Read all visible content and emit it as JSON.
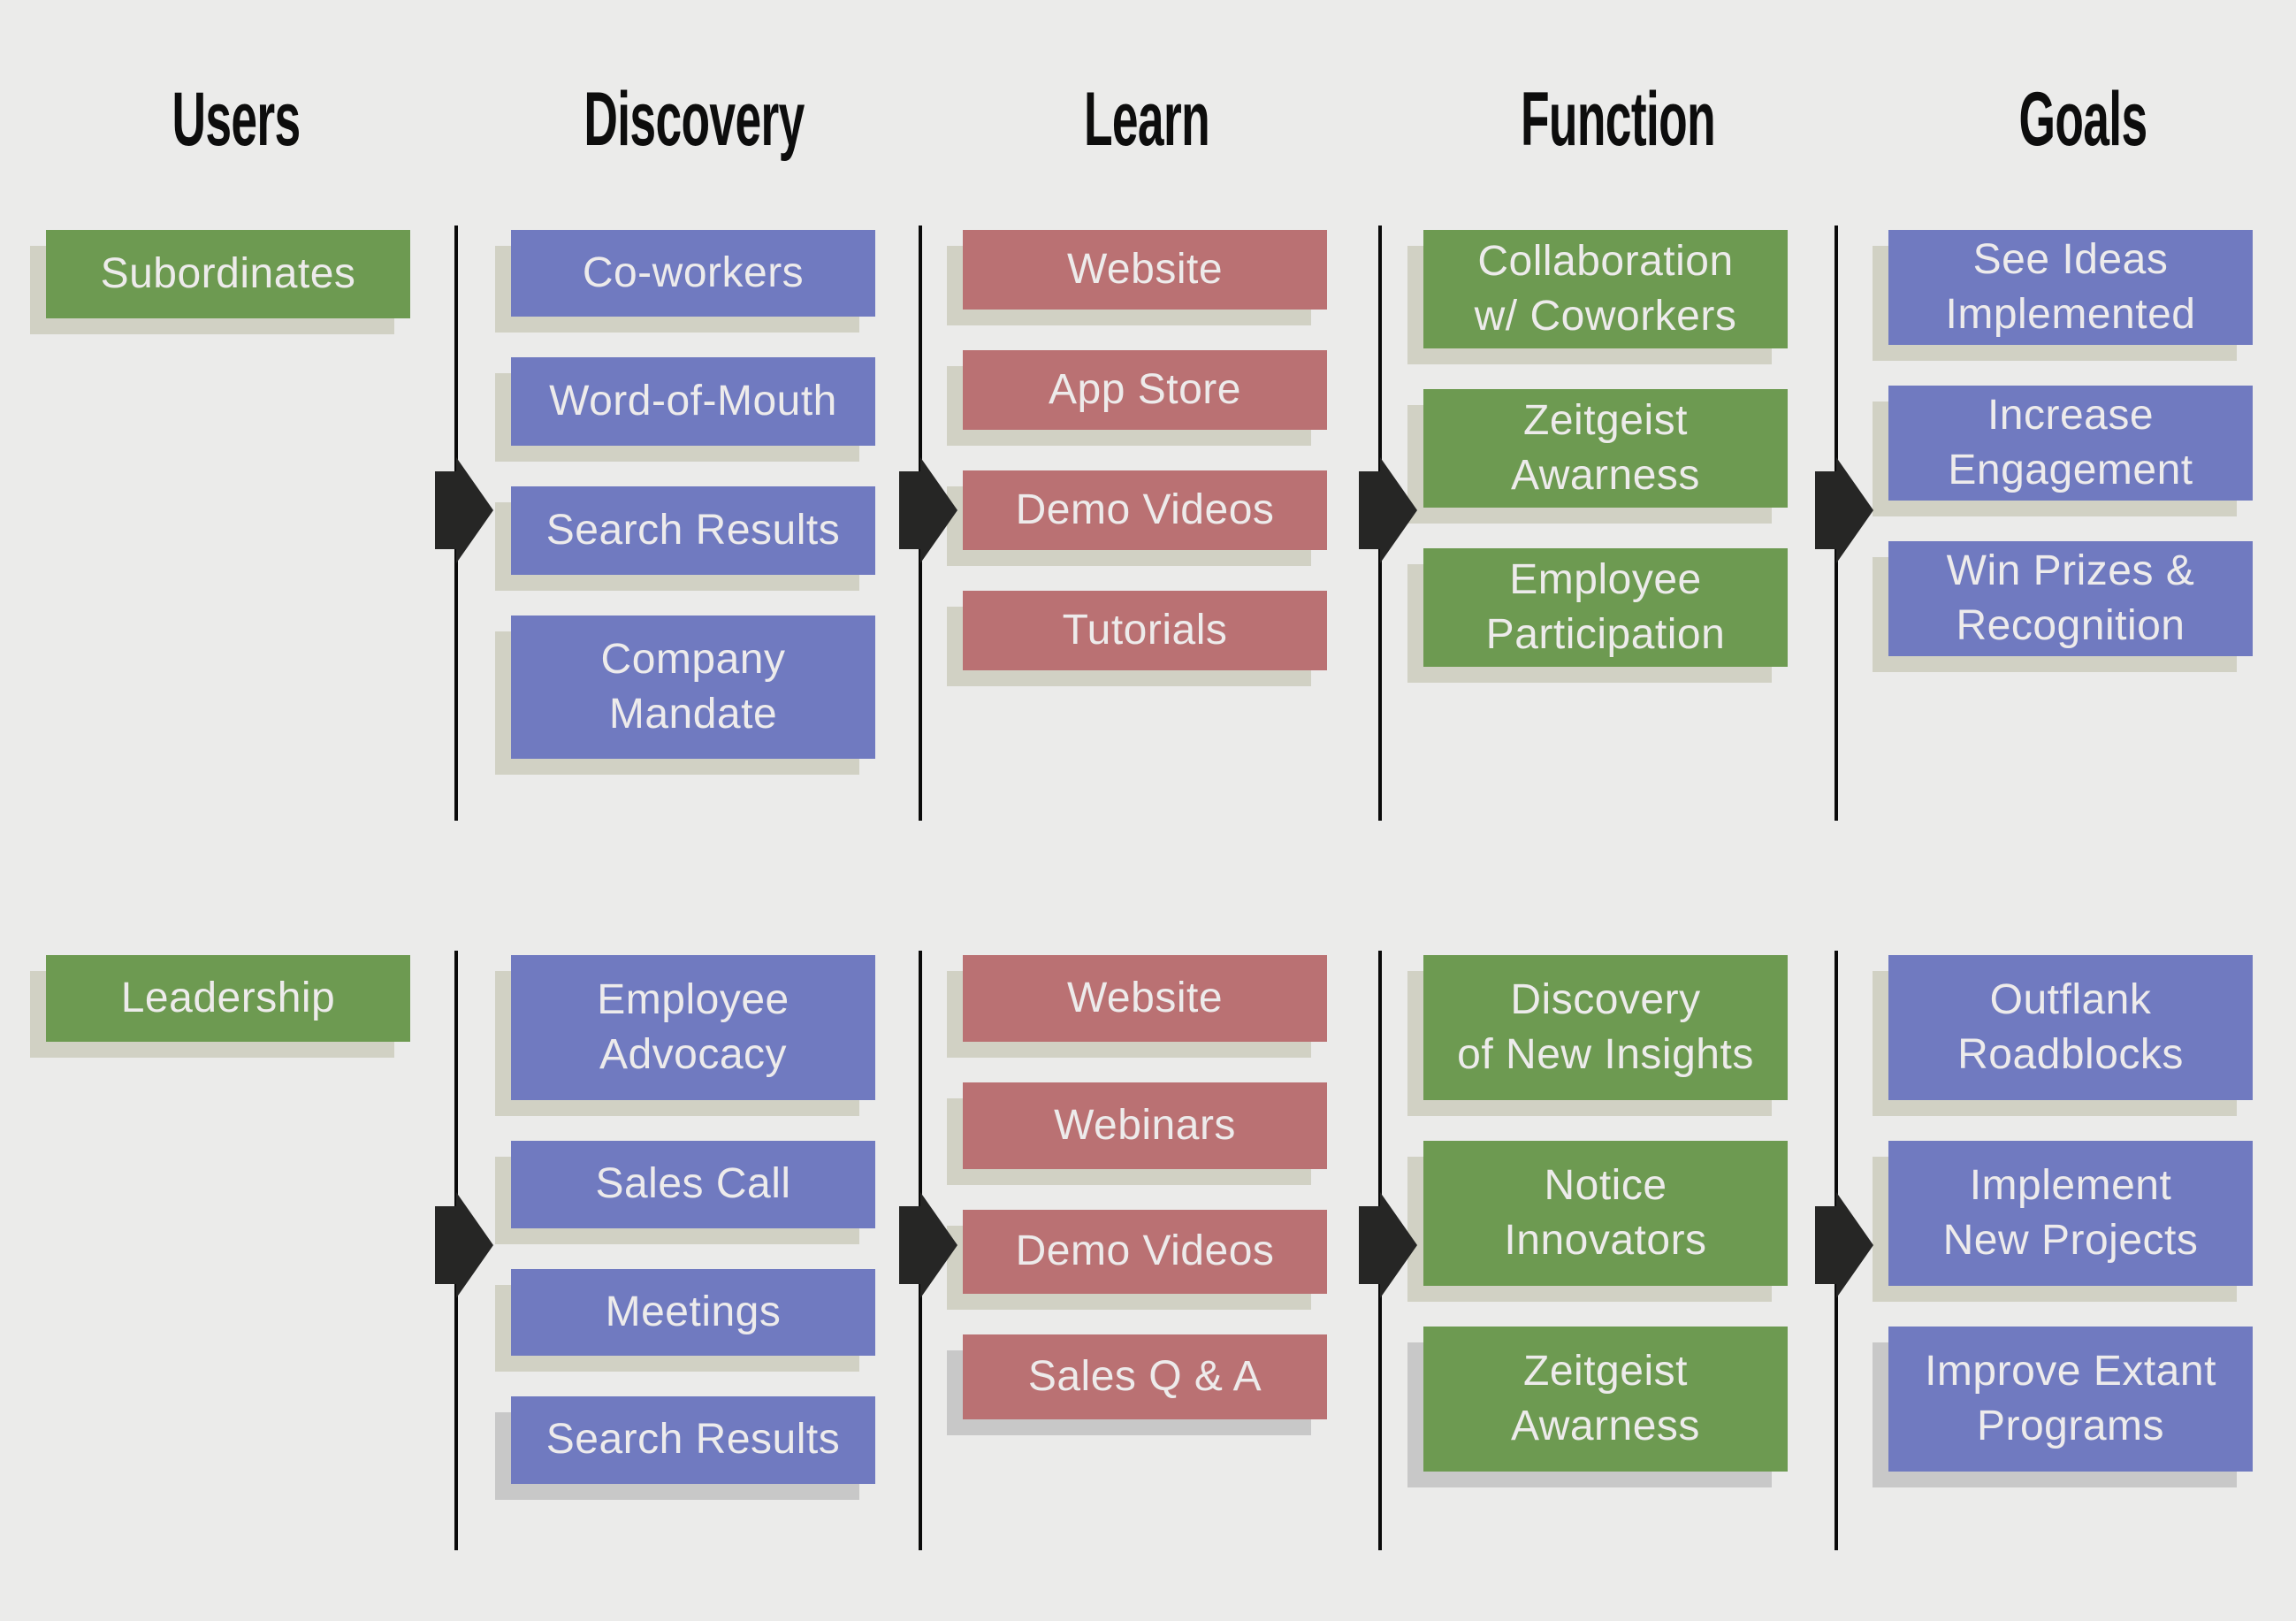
{
  "title": "User journey diagram",
  "headers": [
    "Users",
    "Discovery",
    "Learn",
    "Function",
    "Goals"
  ],
  "colors": {
    "background": "#EBEBEA",
    "green": "#6D9A51",
    "purple": "#707AC0",
    "red": "#BA7173",
    "shadow_tan": "#D1D1C4",
    "shadow_gray": "#C8C8C8",
    "arrow": "#262625",
    "divider": "#0A0A0A",
    "box_text": "#EDEBEB",
    "header_text": "#0D0D0D"
  },
  "rows": [
    {
      "user": "Subordinates",
      "columns": [
        {
          "header": "Users",
          "boxes": [
            {
              "label": "Subordinates",
              "color": "green",
              "h": 100
            }
          ]
        },
        {
          "header": "Discovery",
          "boxes": [
            {
              "label": "Co-workers",
              "color": "purple",
              "h": 98
            },
            {
              "label": "Word-of-Mouth",
              "color": "purple",
              "h": 100
            },
            {
              "label": "Search Results",
              "color": "purple",
              "h": 100
            },
            {
              "label": "Company\nMandate",
              "color": "purple",
              "h": 162
            }
          ]
        },
        {
          "header": "Learn",
          "boxes": [
            {
              "label": "Website",
              "color": "red",
              "h": 90
            },
            {
              "label": "App Store",
              "color": "red",
              "h": 90
            },
            {
              "label": "Demo Videos",
              "color": "red",
              "h": 90
            },
            {
              "label": "Tutorials",
              "color": "red",
              "h": 90
            }
          ]
        },
        {
          "header": "Function",
          "boxes": [
            {
              "label": "Collaboration\nw/ Coworkers",
              "color": "green",
              "h": 134
            },
            {
              "label": "Zeitgeist\nAwarness",
              "color": "green",
              "h": 134
            },
            {
              "label": "Employee\nParticipation",
              "color": "green",
              "h": 134
            }
          ]
        },
        {
          "header": "Goals",
          "boxes": [
            {
              "label": "See Ideas\nImplemented",
              "color": "purple",
              "h": 130
            },
            {
              "label": "Increase\nEngagement",
              "color": "purple",
              "h": 130
            },
            {
              "label": "Win Prizes &\nRecognition",
              "color": "purple",
              "h": 130
            }
          ]
        }
      ]
    },
    {
      "user": "Leadership",
      "columns": [
        {
          "header": "Users",
          "boxes": [
            {
              "label": "Leadership",
              "color": "green",
              "h": 98
            }
          ]
        },
        {
          "header": "Discovery",
          "boxes": [
            {
              "label": "Employee\nAdvocacy",
              "color": "purple",
              "h": 164
            },
            {
              "label": "Sales Call",
              "color": "purple",
              "h": 99
            },
            {
              "label": "Meetings",
              "color": "purple",
              "h": 98
            },
            {
              "label": "Search Results",
              "color": "purple",
              "h": 99,
              "shadow": "gray"
            }
          ]
        },
        {
          "header": "Learn",
          "boxes": [
            {
              "label": "Website",
              "color": "red",
              "h": 98
            },
            {
              "label": "Webinars",
              "color": "red",
              "h": 98
            },
            {
              "label": "Demo Videos",
              "color": "red",
              "h": 95
            },
            {
              "label": "Sales Q & A",
              "color": "red",
              "h": 96,
              "shadow": "gray"
            }
          ]
        },
        {
          "header": "Function",
          "boxes": [
            {
              "label": "Discovery\nof New Insights",
              "color": "green",
              "h": 164
            },
            {
              "label": "Notice\nInnovators",
              "color": "green",
              "h": 164
            },
            {
              "label": "Zeitgeist\nAwarness",
              "color": "green",
              "h": 164,
              "shadow": "gray"
            }
          ]
        },
        {
          "header": "Goals",
          "boxes": [
            {
              "label": "Outflank\nRoadblocks",
              "color": "purple",
              "h": 164
            },
            {
              "label": "Implement\nNew Projects",
              "color": "purple",
              "h": 164
            },
            {
              "label": "Improve Extant\nPrograms",
              "color": "purple",
              "h": 164,
              "shadow": "gray"
            }
          ]
        }
      ]
    }
  ]
}
